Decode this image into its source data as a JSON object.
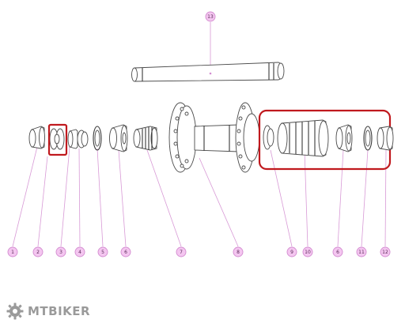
{
  "callouts": [
    {
      "id": "c1",
      "label": "1"
    },
    {
      "id": "c2",
      "label": "2"
    },
    {
      "id": "c3",
      "label": "3"
    },
    {
      "id": "c4",
      "label": "4"
    },
    {
      "id": "c5",
      "label": "5"
    },
    {
      "id": "c6",
      "label": "6"
    },
    {
      "id": "c7",
      "label": "7"
    },
    {
      "id": "c8",
      "label": "8"
    },
    {
      "id": "c9",
      "label": "9"
    },
    {
      "id": "c10",
      "label": "10"
    },
    {
      "id": "c6b",
      "label": "6"
    },
    {
      "id": "c11",
      "label": "11"
    },
    {
      "id": "c12",
      "label": "12"
    },
    {
      "id": "c13",
      "label": "13"
    }
  ],
  "highlight_color": "#c0191e",
  "callout_color": "#f4c6f0",
  "watermark": {
    "text": "MTBIKER",
    "icon": "gear-icon"
  }
}
